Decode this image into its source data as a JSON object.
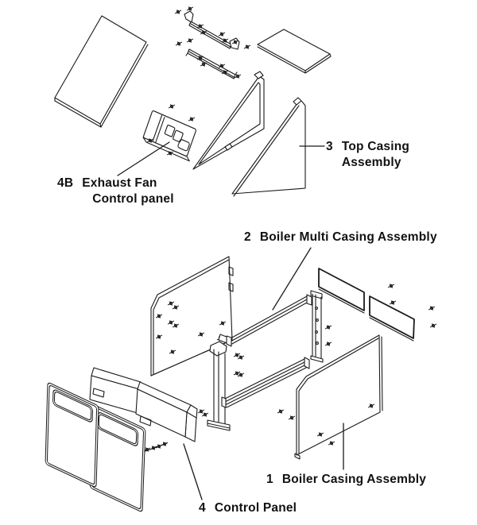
{
  "diagram": {
    "type": "exploded-parts-diagram",
    "subject": "Boiler casing exploded parts view",
    "background_color": "#ffffff",
    "line_color": "#1a1a1a",
    "labels": {
      "top_casing": {
        "number": "3",
        "line1": "Top Casing",
        "line2": "Assembly"
      },
      "exhaust_fan": {
        "number": "4B",
        "line1": "Exhaust Fan",
        "line2": "Control panel"
      },
      "multi_casing": {
        "number": "2",
        "text": "Boiler Multi Casing Assembly"
      },
      "boiler_casing": {
        "number": "1",
        "text": "Boiler Casing Assembly"
      },
      "control_panel": {
        "number": "4",
        "text": "Control Panel"
      }
    }
  }
}
